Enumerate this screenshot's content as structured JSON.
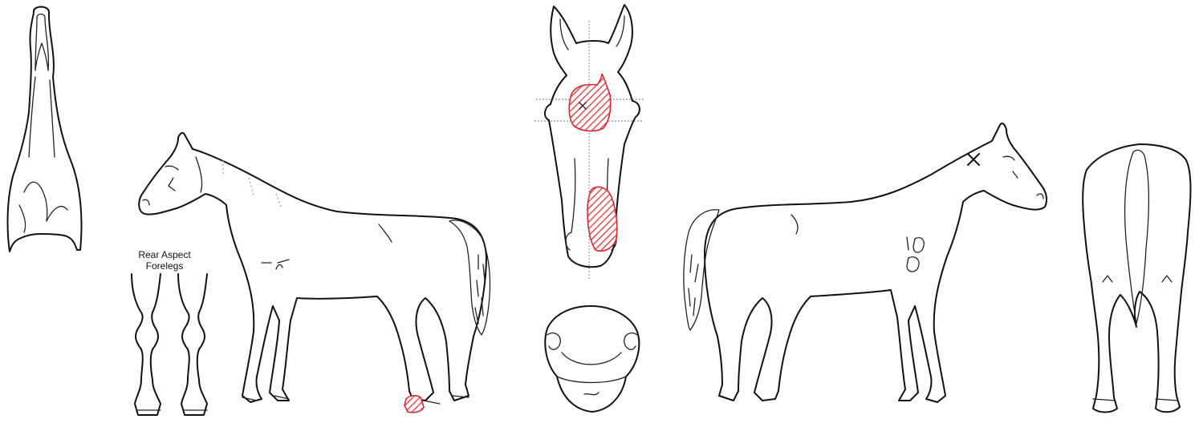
{
  "caption": {
    "line1": "Rear Aspect",
    "line2": "Forelegs"
  },
  "colors": {
    "outline": "#111111",
    "marking": "#e0262b",
    "guide": "#777777",
    "whorl": "#9a9a9a"
  },
  "views": [
    "top-neck-view",
    "left-side-view",
    "front-head-view",
    "muzzle-view",
    "right-side-view",
    "rear-view",
    "rear-aspect-forelegs"
  ]
}
